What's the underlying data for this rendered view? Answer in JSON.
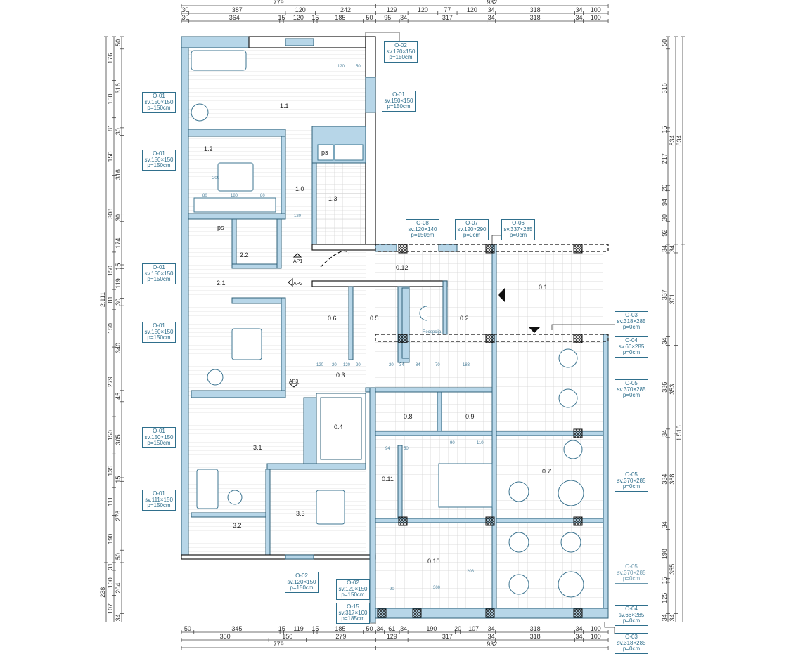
{
  "colors": {
    "wall_fill": "#b7d6e8",
    "wall_stroke": "#2f6078",
    "tag": "#2f6f8c",
    "dimension": "#333333"
  },
  "dimensions": {
    "top": [
      [
        779,
        932
      ],
      [
        30,
        387,
        120,
        242,
        129,
        120,
        77,
        120,
        34,
        318,
        34,
        100
      ],
      [
        30,
        364,
        15,
        120,
        15,
        185,
        50,
        95,
        34,
        317,
        34,
        318,
        34,
        100
      ]
    ],
    "bottom": [
      [
        50,
        345,
        15,
        119,
        15,
        185,
        50,
        34,
        61,
        34,
        190,
        20,
        107,
        34,
        318,
        34,
        100
      ],
      [
        350,
        150,
        279,
        129,
        317,
        34,
        318,
        34,
        100
      ],
      [
        779,
        932
      ]
    ],
    "left": [
      [
        "2.111",
        "238"
      ],
      [
        176,
        150,
        81,
        150,
        308,
        150,
        81,
        150,
        279,
        150,
        135,
        111,
        190,
        31,
        100,
        107
      ],
      [
        50,
        316,
        30,
        316,
        30,
        174,
        15,
        119,
        30,
        340,
        45,
        305,
        15,
        276,
        50,
        204,
        34
      ]
    ],
    "left_values": [
      [
        2111,
        238
      ]
    ],
    "right": [
      [
        50,
        316,
        15,
        217,
        20,
        94,
        30,
        92,
        34,
        337,
        34,
        336,
        34,
        334,
        34,
        198,
        15,
        125,
        34
      ],
      [
        834,
        34,
        371,
        353,
        368,
        355,
        34
      ],
      [
        834,
        "1.515"
      ]
    ],
    "right_values": [
      [
        834,
        1515
      ]
    ]
  },
  "windows": [
    {
      "code": "O-02",
      "size": "sv.120×150",
      "sill": "p=150cm"
    },
    {
      "code": "O-01",
      "size": "sv.150×150",
      "sill": "p=150cm"
    },
    {
      "code": "O-01",
      "size": "sv.150×150",
      "sill": "p=150cm"
    },
    {
      "code": "O-01",
      "size": "sv.150×150",
      "sill": "p=150cm"
    },
    {
      "code": "O-01",
      "size": "sv.150×150",
      "sill": "p=150cm"
    },
    {
      "code": "O-01",
      "size": "sv.150×150",
      "sill": "p=150cm"
    },
    {
      "code": "O-01",
      "size": "sv.150×150",
      "sill": "p=150cm"
    },
    {
      "code": "O-01",
      "size": "sv.111×150",
      "sill": "p=150cm"
    },
    {
      "code": "O-08",
      "size": "sv.120×140",
      "sill": "p=150cm"
    },
    {
      "code": "O-07",
      "size": "sv.120×290",
      "sill": "p=0cm"
    },
    {
      "code": "O-06",
      "size": "sv.337×285",
      "sill": "p=0cm"
    },
    {
      "code": "O-03",
      "size": "sv.318×285",
      "sill": "p=0cm"
    },
    {
      "code": "O-04",
      "size": "sv.66×285",
      "sill": "p=0cm"
    },
    {
      "code": "O-05",
      "size": "sv.370×285",
      "sill": "p=0cm"
    },
    {
      "code": "O-05",
      "size": "sv.370×285",
      "sill": "p=0cm"
    },
    {
      "code": "O-05",
      "size": "sv.370×285",
      "sill": "p=0cm"
    },
    {
      "code": "O-04",
      "size": "sv.66×285",
      "sill": "p=0cm"
    },
    {
      "code": "O-03",
      "size": "sv.318×285",
      "sill": "p=0cm"
    },
    {
      "code": "O-02",
      "size": "sv.120×150",
      "sill": "p=150cm"
    },
    {
      "code": "O-02",
      "size": "sv.120×150",
      "sill": "p=150cm"
    },
    {
      "code": "O-15",
      "size": "sv.317×100",
      "sill": "p=185cm"
    }
  ],
  "rooms": [
    "1.1",
    "1.2",
    "1.0",
    "1.3",
    "ps",
    "ps",
    "2.2",
    "2.1",
    "0.6",
    "0.5",
    "0.12",
    "0.2",
    "0.1",
    "0.3",
    "0.4",
    "0.8",
    "0.9",
    "0.11",
    "0.7",
    "3.1",
    "3.3",
    "3.2",
    "0.10"
  ],
  "entrances": [
    "AP1",
    "AP2",
    "AP3"
  ],
  "reception_label": "Recepcija",
  "inner_dims": [
    "120",
    "50",
    "120",
    "80",
    "180",
    "80",
    "200",
    "120",
    "20",
    "120",
    "20",
    "20",
    "34",
    "84",
    "70",
    "183",
    "300",
    "208",
    "90",
    "94",
    "50",
    "90",
    "110"
  ]
}
